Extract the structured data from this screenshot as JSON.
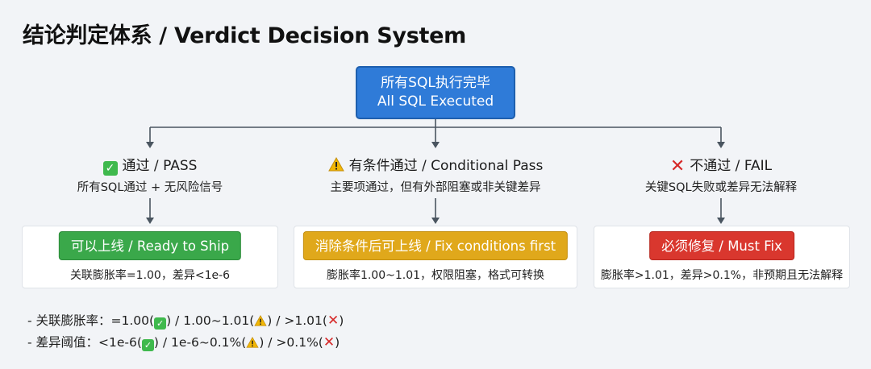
{
  "title": "结论判定体系 / Verdict Decision System",
  "root": {
    "line1": "所有SQL执行完毕",
    "line2": "All SQL Executed"
  },
  "branches": [
    {
      "heading": "通过 / PASS",
      "icon": "check-box-icon",
      "desc": "所有SQL通过 + 无风险信号",
      "result_label": "可以上线 / Ready to Ship",
      "result_color": "#3aa84a",
      "note": "关联膨胀率=1.00，差异<1e-6"
    },
    {
      "heading": "有条件通过 / Conditional Pass",
      "icon": "warning-icon",
      "desc": "主要项通过，但有外部阻塞或非关键差异",
      "result_label": "消除条件后可上线 / Fix conditions first",
      "result_color": "#e0a81b",
      "note": "膨胀率1.00~1.01，权限阻塞，格式可转换"
    },
    {
      "heading": "不通过 / FAIL",
      "icon": "cross-icon",
      "desc": "关键SQL失败或差异无法解释",
      "result_label": "必须修复 / Must Fix",
      "result_color": "#d9372e",
      "note": "膨胀率>1.01，差异>0.1%，非预期且无法解释"
    }
  ],
  "legend": {
    "line1": {
      "prefix": "- 关联膨胀率：=1.00(",
      "mid1": ") / 1.00~1.01(",
      "mid2": ") / >1.01(",
      "suffix": ")"
    },
    "line2": {
      "prefix": "- 差异阈值：<1e-6(",
      "mid1": ") / 1e-6~0.1%(",
      "mid2": ") / >0.1%(",
      "suffix": ")"
    }
  }
}
